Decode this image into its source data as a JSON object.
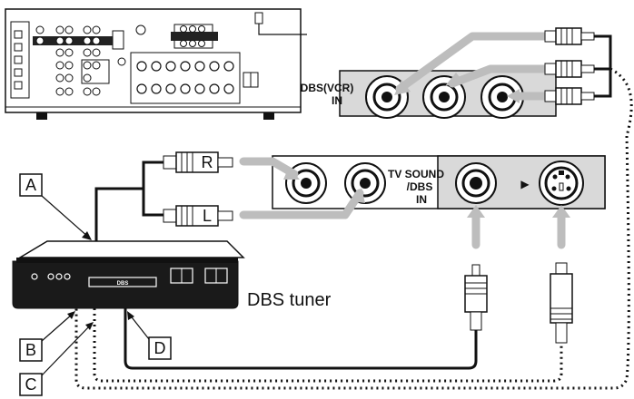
{
  "diagram": {
    "receiver_rear_label": "",
    "panel_top": {
      "label_line1": "DBS(VCR)",
      "label_line2": "IN"
    },
    "panel_bottom": {
      "label_line1": "TV SOUND",
      "label_line2": "/DBS",
      "label_line3": "IN",
      "arrow_glyph": "▶"
    },
    "plugs": {
      "right": "R",
      "left": "L"
    },
    "callouts": {
      "a": "A",
      "b": "B",
      "c": "C",
      "d": "D"
    },
    "tuner": {
      "name": "DBS tuner",
      "display_text": "DBS"
    }
  }
}
